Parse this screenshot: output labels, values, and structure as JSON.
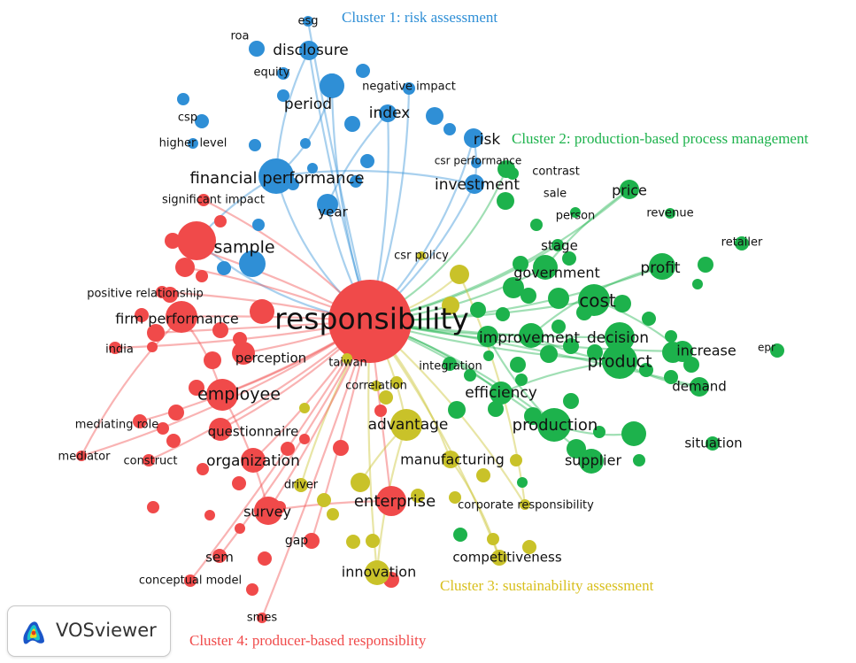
{
  "colors": {
    "c1": "#2f8fd6",
    "c2": "#1db24c",
    "c3": "#c9c229",
    "c4": "#f04a4a"
  },
  "cluster_labels": {
    "c1": "Cluster 1: risk assessment",
    "c2": "Cluster 2: production-based process management",
    "c3": "Cluster 3: sustainability assessment",
    "c4": "Cluster 4: producer-based responsiblity"
  },
  "branding": {
    "logo_name": "VOSviewer",
    "logo_icon": "vosviewer-logo-icon"
  },
  "terms": {
    "responsibility": "responsibility",
    "esg": "esg",
    "roa": "roa",
    "disclosure": "disclosure",
    "equity": "equity",
    "negative_impact": "negative impact",
    "period": "period",
    "index": "index",
    "csp": "csp",
    "higher_level": "higher level",
    "risk": "risk",
    "csr_performance": "csr performance",
    "financial_performance": "financial performance",
    "investment": "investment",
    "year": "year",
    "significant_impact": "significant impact",
    "sample": "sample",
    "contrast": "contrast",
    "sale": "sale",
    "price": "price",
    "person": "person",
    "revenue": "revenue",
    "retailer": "retailer",
    "stage": "stage",
    "csr_policy": "csr policy",
    "government": "government",
    "profit": "profit",
    "positive_relationship": "positive relationship",
    "cost": "cost",
    "firm_performance": "firm performance",
    "improvement": "improvement",
    "decision": "decision",
    "india": "india",
    "increase": "increase",
    "epr": "epr",
    "perception": "perception",
    "taiwan": "taiwan",
    "integration": "integration",
    "product": "product",
    "correlation": "correlation",
    "demand": "demand",
    "employee": "employee",
    "efficiency": "efficiency",
    "mediating_role": "mediating role",
    "questionnaire": "questionnaire",
    "advantage": "advantage",
    "production": "production",
    "mediator": "mediator",
    "construct": "construct",
    "organization": "organization",
    "manufacturing": "manufacturing",
    "supplier": "supplier",
    "situation": "situation",
    "driver": "driver",
    "enterprise": "enterprise",
    "corporate_responsibility": "corporate responsibility",
    "survey": "survey",
    "gap": "gap",
    "competitiveness": "competitiveness",
    "sem": "sem",
    "innovation": "innovation",
    "conceptual_model": "conceptual model",
    "smes": "smes"
  }
}
